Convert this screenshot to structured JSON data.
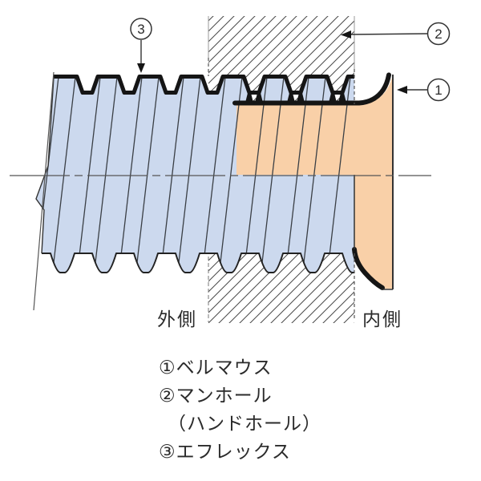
{
  "figure": {
    "description": "Cross-section of a bell mouth and Eflex corrugated conduit installed through a manhole wall",
    "callouts": {
      "bellmouth_num": "1",
      "manhole_num": "2",
      "eflex_num": "3"
    },
    "side_labels": {
      "outside": "外側",
      "inside": "内側"
    }
  },
  "legend": {
    "items": [
      {
        "marker": "①",
        "label": "ベルマウス"
      },
      {
        "marker": "②",
        "label": "マンホール"
      },
      {
        "marker": "（",
        "label": "ハンドホール）"
      },
      {
        "marker": "③",
        "label": "エフレックス"
      }
    ]
  },
  "colors": {
    "pipe_blue": "#ccd9ee",
    "bellmouth_orange": "#f9d0a8",
    "outline_black": "#151515",
    "thin_line": "#3a3f45",
    "hatch_line": "#4a4a4a"
  }
}
